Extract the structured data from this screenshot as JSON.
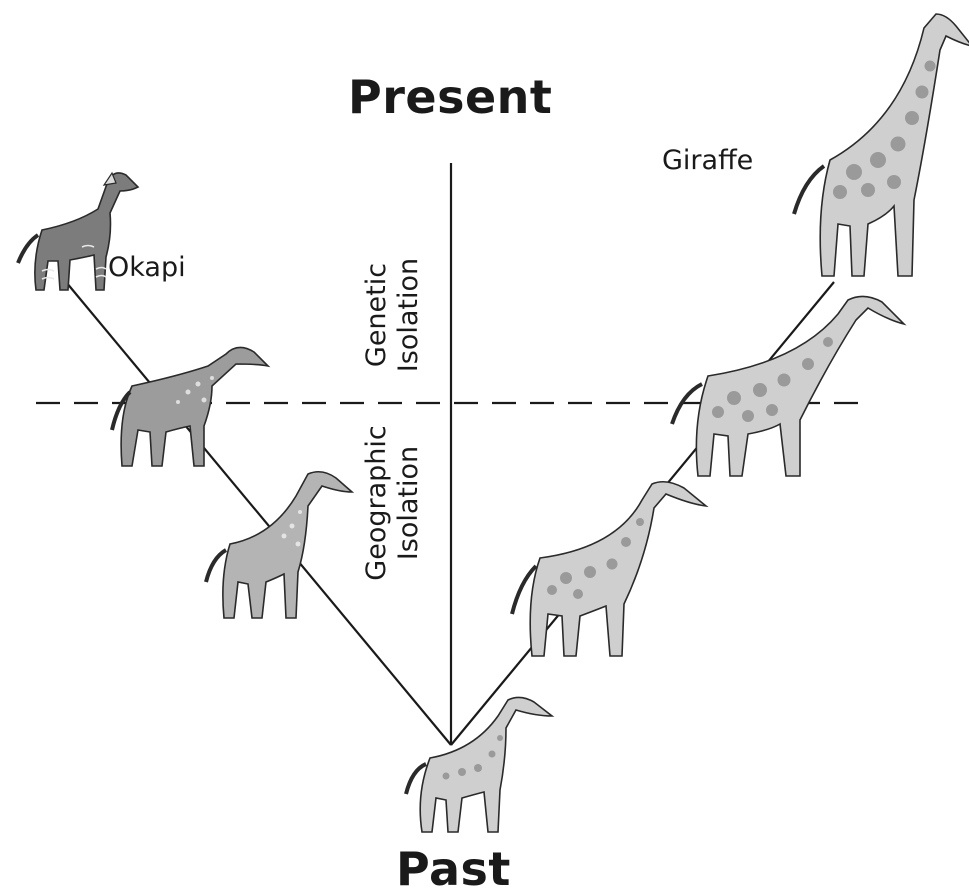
{
  "diagram": {
    "top_label": "Present",
    "bottom_label": "Past",
    "left_species": "Okapi",
    "right_species": "Giraffe",
    "upper_phase": [
      "Genetic",
      "Isolation"
    ],
    "lower_phase": [
      "Geographic",
      "Isolation"
    ]
  },
  "icons": [
    "okapi-icon",
    "ancestral-okapi-icon",
    "early-okapi-ancestor-icon",
    "common-ancestor-icon",
    "early-giraffe-ancestor-icon",
    "ancestral-giraffe-icon",
    "giraffe-icon"
  ],
  "colors": {
    "line": "#1a1a1a",
    "body_dark": "#6f6f6f",
    "body_mid": "#9a9a9a",
    "body_light": "#d9d9d9",
    "spot": "#8c8c8c"
  }
}
